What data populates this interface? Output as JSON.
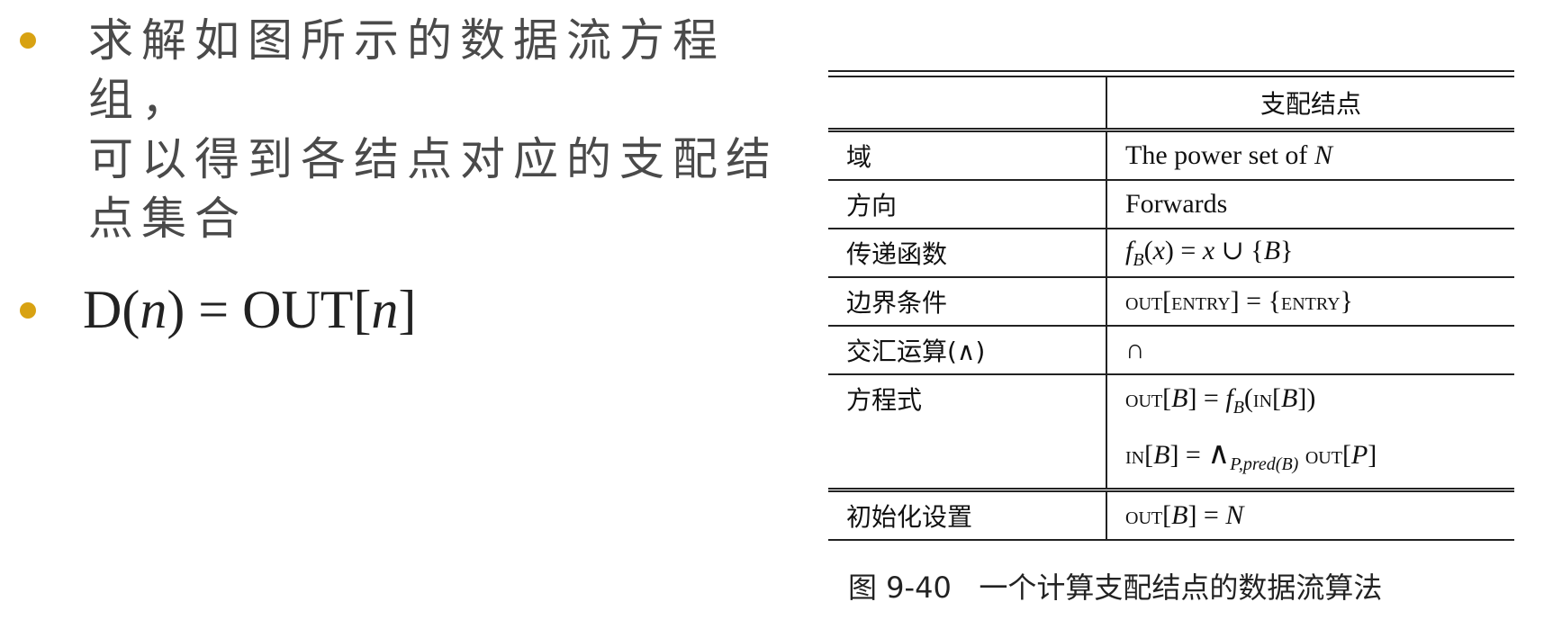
{
  "bullets": [
    {
      "text": "求解如图所示的数据流方程组，\n可以得到各结点对应的支配结\n点集合"
    },
    {
      "text_prefix": "D(",
      "var": "n",
      "text_mid": ") = OUT[",
      "var2": "n",
      "text_suffix": "]"
    }
  ],
  "table": {
    "header": [
      "",
      "支配结点"
    ],
    "rows": [
      {
        "label": "域",
        "value": "The power set of N"
      },
      {
        "label": "方向",
        "value": "Forwards"
      },
      {
        "label": "传递函数",
        "value": "f_B(x) = x ∪ {B}"
      },
      {
        "label": "边界条件",
        "value": "OUT[ENTRY] = {ENTRY}"
      },
      {
        "label": "交汇运算(∧)",
        "value": "∩"
      },
      {
        "label": "方程式",
        "value_lines": [
          "OUT[B] = f_B(IN[B])",
          "IN[B] = ∧_{P,pred(B)} OUT[P]"
        ]
      },
      {
        "label": "初始化设置",
        "value": "OUT[B] = N"
      }
    ]
  },
  "caption": "图 9-40   一个计算支配结点的数据流算法",
  "colors": {
    "bullet": "#d8a212",
    "text": "#4a4a4a"
  }
}
